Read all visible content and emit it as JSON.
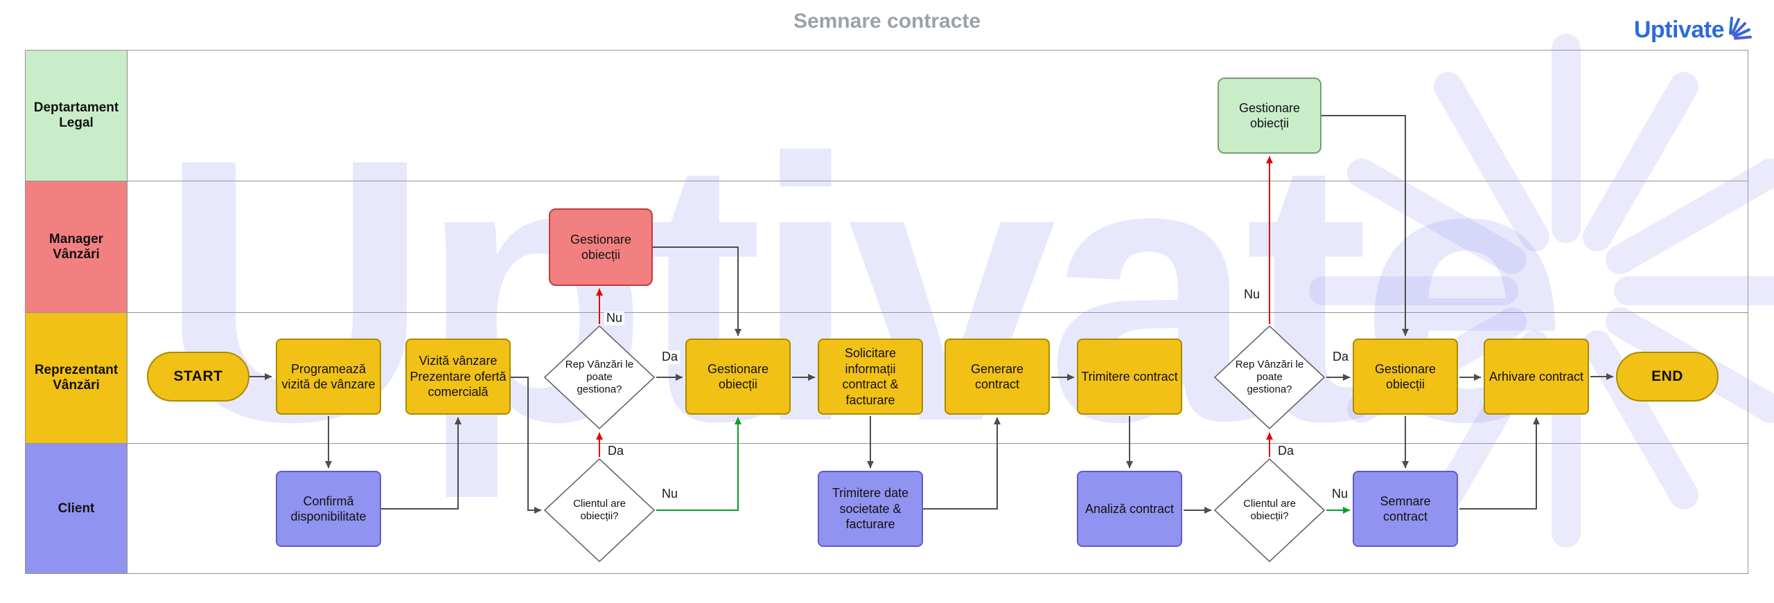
{
  "title": "Semnare contracte",
  "brand": {
    "name": "Uptivate",
    "color": "#2E6BD6"
  },
  "watermark_text": "Uptivate",
  "lanes": {
    "legal": {
      "label": "Deptartament Legal",
      "color": "#C9EDC9"
    },
    "manager": {
      "label": "Manager Vânzări",
      "color": "#F28080"
    },
    "rep": {
      "label": "Reprezentant Vânzări",
      "color": "#F2C116"
    },
    "client": {
      "label": "Client",
      "color": "#9193F0"
    }
  },
  "nodes": {
    "start": "START",
    "schedule_visit": "Programează vizită de vânzare",
    "sales_visit": "Vizită vânzare Prezentare ofertă comercială",
    "d_rep1": "Rep Vânzări le poate gestiona?",
    "handle_obj_rep1": "Gestionare obiecții",
    "request_info": "Solicitare informații contract & facturare",
    "generate_contract": "Generare contract",
    "send_contract": "Trimitere contract",
    "d_rep2": "Rep Vânzări le poate gestiona?",
    "handle_obj_rep2": "Gestionare obiecții",
    "archive_contract": "Arhivare contract",
    "end": "END",
    "handle_obj_mgr": "Gestionare obiecții",
    "handle_obj_legal": "Gestionare obiecții",
    "confirm_availability": "Confirmă disponibilitate",
    "d_client1": "Clientul are obiecții?",
    "send_company_data": "Trimitere date societate & facturare",
    "analyze_contract": "Analiză contract",
    "d_client2": "Clientul are obiecții?",
    "sign_contract": "Semnare contract"
  },
  "edge_labels": {
    "r1_nu": "Nu",
    "r1_da": "Da",
    "c1_da": "Da",
    "c1_nu": "Nu",
    "r2_nu": "Nu",
    "r2_da": "Da",
    "c2_da": "Da",
    "c2_nu": "Nu"
  },
  "colors": {
    "yellow": "#F2C116",
    "purple": "#9193F0",
    "red": "#F28080",
    "green": "#C9EDC9",
    "edge": "#4D4D4D",
    "edge_red": "#E60000",
    "edge_green": "#00A028",
    "brand_blue": "#2E6BD6",
    "title_gray": "#9BA1A8"
  }
}
